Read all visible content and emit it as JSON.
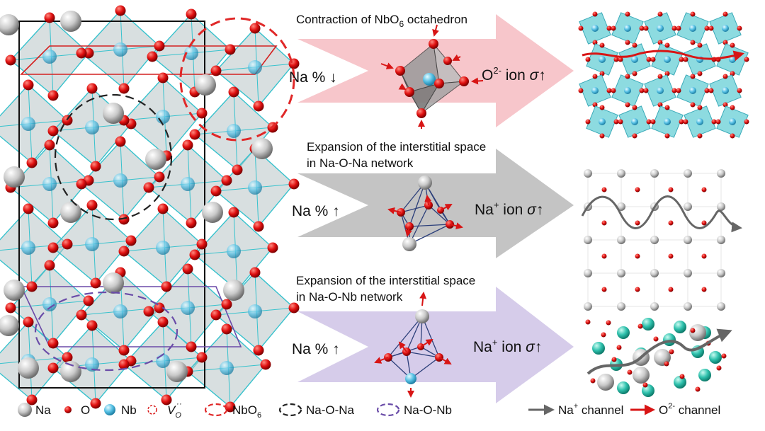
{
  "title_row1": "Contraction of NbO",
  "title_row1_sub": "6",
  "title_row1_tail": " octahedron",
  "row2_title_line1": "Expansion of the interstitial space",
  "row2_title_line2": "in Na-O-Na network",
  "row3_title_line1": "Expansion of the interstitial space",
  "row3_title_line2": "in Na-O-Nb network",
  "row1_left": "Na % ↓",
  "row2_left": "Na % ↑",
  "row3_left": "Na % ↑",
  "row1_right_a": "O",
  "row1_right_sup": "2-",
  "row1_right_b": " ion ",
  "row1_sigma": "σ",
  "row1_arrow": "↑",
  "row2_right_a": "Na",
  "row2_right_sup": "+",
  "row2_right_b": " ion ",
  "row2_sigma": "σ",
  "row2_arrow": "↑",
  "row3_right_a": "Na",
  "row3_right_sup": "+",
  "row3_right_b": " ion ",
  "row3_sigma": "σ",
  "row3_arrow": "↑",
  "legend": {
    "na": "Na",
    "o": "O",
    "nb": "Nb",
    "vac_v": "V",
    "vac_sub": "O",
    "vac_sup": "··",
    "nbo6": "NbO",
    "nbo6_sub": "6",
    "naona": "Na-O-Na",
    "naonb": "Na-O-Nb",
    "na_channel": "Na",
    "na_channel_sup": "+",
    "na_channel_tail": " channel",
    "o_channel": "O",
    "o_channel_sup": "2-",
    "o_channel_tail": " channel"
  },
  "colors": {
    "na": "#c8c8c8",
    "o": "#dd1111",
    "nb": "#5ec4e6",
    "poly": "#5cc5cf",
    "arrow_pink": "#f7c6cb",
    "arrow_gray": "#c4c4c4",
    "arrow_purple": "#d6ccea",
    "nbo6_ring": "#e02828",
    "naona_ring": "#222222",
    "naonb_ring": "#6a4ca8"
  }
}
